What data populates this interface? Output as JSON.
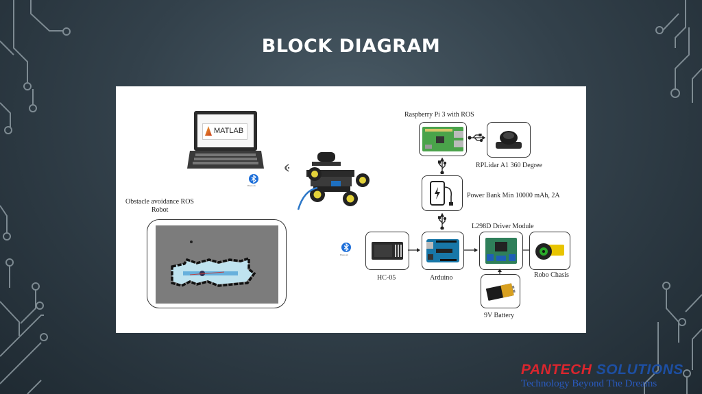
{
  "slide": {
    "title": "BLOCK DIAGRAM"
  },
  "diagram": {
    "matlab_label": "MATLAB",
    "robot_caption_line1": "Obstacle avoidance ROS",
    "robot_caption_line2": "Robot",
    "raspberry_label": "Raspberry Pi 3 with ROS",
    "rplidar_label": "RPLidar A1 360 Degree",
    "powerbank_label": "Power Bank Min 10000 mAh, 2A",
    "driver_label": "L298D Driver Module",
    "hc05_label": "HC-05",
    "arduino_label": "Arduino",
    "chasis_label": "Robo Chasis",
    "battery_label": "9V Battery",
    "bluetooth_small": "Bluetooth"
  },
  "brand": {
    "name_part1": "PANTECH ",
    "name_part2": "SOLUTIONS",
    "tagline": "Technology Beyond The Dreams"
  },
  "colors": {
    "accent_red": "#d9262e",
    "accent_blue": "#1d4fa3",
    "bluetooth": "#1e6fd9"
  }
}
